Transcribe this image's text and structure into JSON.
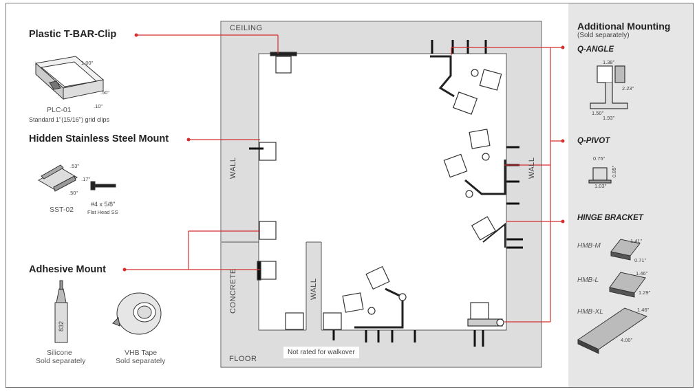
{
  "accent": "#d32f2f",
  "left": {
    "tbar": {
      "title": "Plastic T-BAR-Clip",
      "dim_width": "1.00\"",
      "dim_height": ".50\"",
      "dim_depth": ".10\"",
      "part": "PLC-01",
      "note": "Standard 1\"(15/16\") grid clips"
    },
    "hidden": {
      "title": "Hidden Stainless Steel Mount",
      "dim_a": ".53\"",
      "dim_b": ".17\"",
      "dim_c": ".50\"",
      "part": "SST-02",
      "screw": "#4 x 5/8\"",
      "screw_note": "Flat Head SS"
    },
    "adhesive": {
      "title": "Adhesive Mount",
      "tube_label": "832",
      "silicone": "Silicone",
      "silicone_note": "Sold separately",
      "vhb": "VHB Tape",
      "vhb_note": "Sold separately"
    }
  },
  "room": {
    "ceiling": "CEILING",
    "floor": "FLOOR",
    "wall_left": "WALL",
    "concrete": "CONCRETE",
    "wall_inner": "WALL",
    "wall_right": "WALL",
    "walkover": "Not rated for walkover"
  },
  "side": {
    "title": "Additional Mounting",
    "subtitle": "(Sold separately)",
    "qangle": {
      "head": "Q-ANGLE",
      "d1": "1.38\"",
      "d2": "2.23\"",
      "d3": "1.50\"",
      "d4": "1.93\""
    },
    "qpivot": {
      "head": "Q-PIVOT",
      "d1": "0.75\"",
      "d2": "1.03\"",
      "d3": "0.85\""
    },
    "hinge": {
      "head": "HINGE BRACKET",
      "m": "HMB-M",
      "m_d1": "1.41\"",
      "m_d2": "0.71\"",
      "l": "HMB-L",
      "l_d1": "1.46\"",
      "l_d2": "1.29\"",
      "xl": "HMB-XL",
      "xl_d1": "1.46\"",
      "xl_d2": "4.00\""
    }
  }
}
